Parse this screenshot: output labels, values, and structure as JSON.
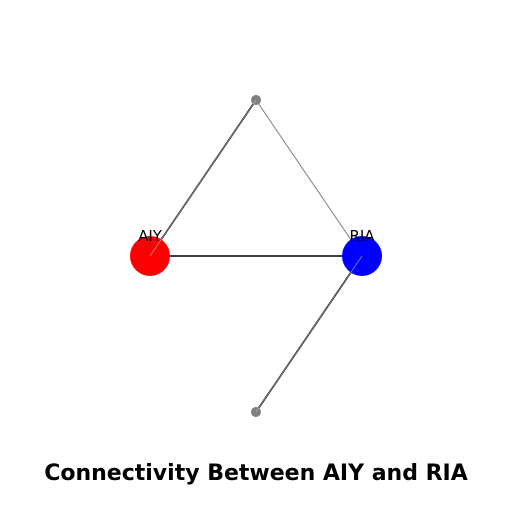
{
  "title": "Connectivity Between AIY and RIA",
  "nodes": [
    {
      "id": "AIY",
      "label": "AIY",
      "color": "#ff0000",
      "role": "neuron"
    },
    {
      "id": "RIA",
      "label": "RIA",
      "color": "#0000ff",
      "role": "neuron"
    },
    {
      "id": "top",
      "label": "",
      "color": "#808080",
      "role": "intermediate"
    },
    {
      "id": "bottom",
      "label": "",
      "color": "#808080",
      "role": "intermediate"
    }
  ],
  "edges": [
    {
      "from": "AIY",
      "to": "RIA",
      "color": "#000000"
    },
    {
      "from": "AIY",
      "to": "top",
      "color": "#000000"
    },
    {
      "from": "top",
      "to": "RIA",
      "color": "#808080"
    },
    {
      "from": "RIA",
      "to": "bottom",
      "color": "#000000"
    }
  ]
}
